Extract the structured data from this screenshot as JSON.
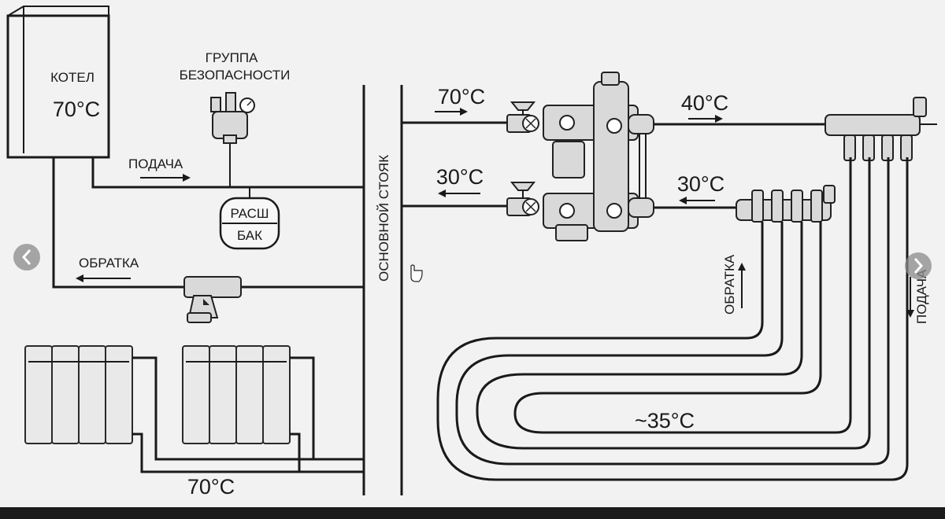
{
  "boiler": {
    "label": "КОТЕЛ",
    "temp": "70°C"
  },
  "safety_group": {
    "line1": "ГРУППА",
    "line2": "БЕЗОПАСНОСТИ"
  },
  "supply_label": "ПОДАЧА",
  "return_label": "ОБРАТКА",
  "tank": {
    "line1": "РАСШ",
    "line2": "БАК"
  },
  "riser_label": "ОСНОВНОЙ СТОЯК",
  "mixer_in_temp": "70°C",
  "mixer_return_temp": "30°C",
  "floor_supply_temp": "40°C",
  "floor_return_temp": "30°C",
  "floor_return_label": "ОБРАТКА",
  "floor_supply_label": "ПОДАЧА",
  "radiator_temp": "70°C",
  "floor_loop_temp": "~35°C",
  "colors": {
    "background": "#f2f2f2",
    "line": "#1a1a1a",
    "frame": "#1b1b1b"
  }
}
